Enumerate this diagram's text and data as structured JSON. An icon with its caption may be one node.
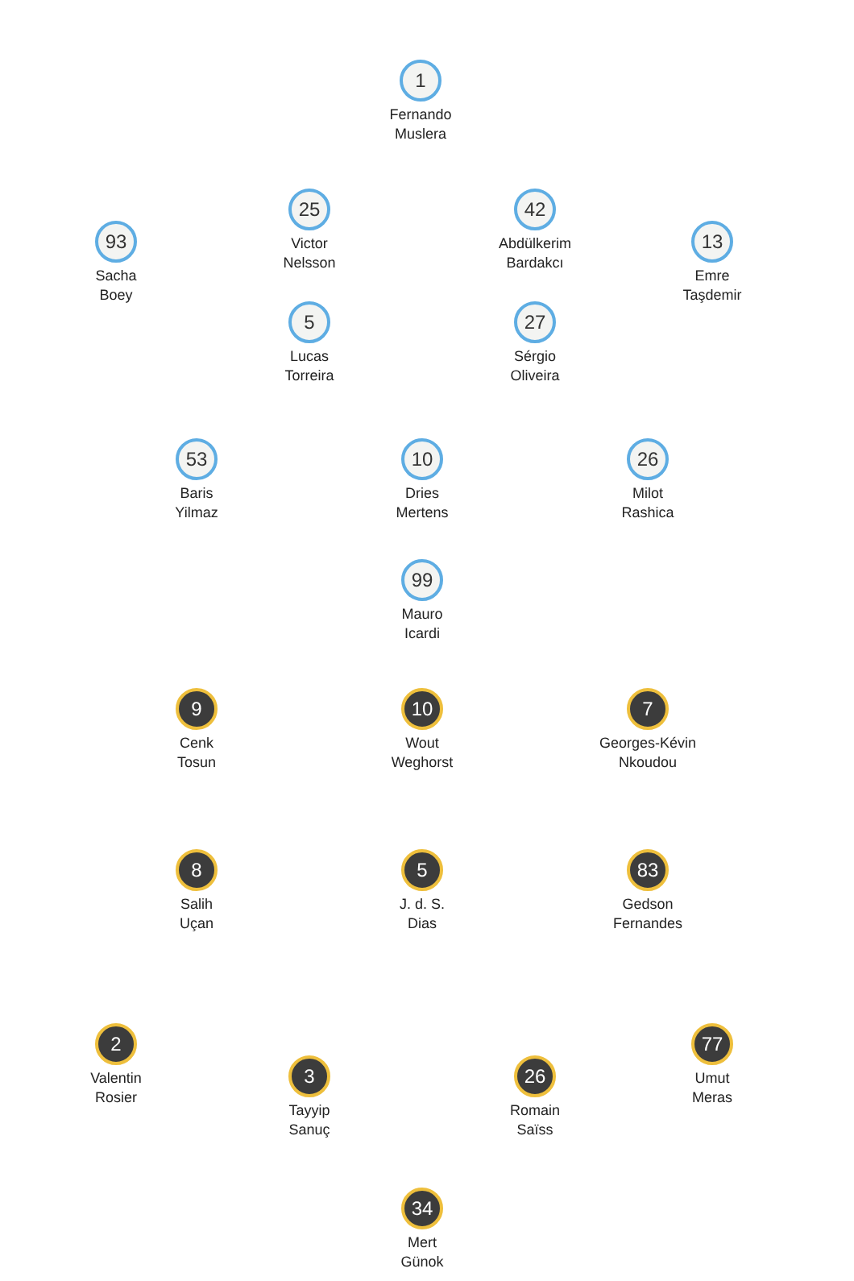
{
  "diagram": {
    "nodes": [
      {
        "text": [
          "1"
        ],
        "beside": [
          "Fernando Muslera"
        ]
      },
      {
        "text": [
          "25"
        ],
        "beside": [
          "Victor Nelsson"
        ]
      },
      {
        "text": [
          "42"
        ],
        "beside": [
          "Abdülkerim Bardakcı"
        ]
      },
      {
        "text": [
          "93"
        ],
        "beside": [
          "Sacha Boey"
        ]
      },
      {
        "text": [
          "13"
        ],
        "beside": [
          "Emre Taşdemir"
        ]
      },
      {
        "text": [
          "5"
        ],
        "beside": [
          "Lucas Torreira"
        ]
      },
      {
        "text": [
          "27"
        ],
        "beside": [
          "Sérgio Oliveira"
        ]
      },
      {
        "text": [
          "53"
        ],
        "beside": [
          "Baris Yilmaz"
        ]
      },
      {
        "text": [
          "10"
        ],
        "beside": [
          "Dries Mertens"
        ]
      },
      {
        "text": [
          "26"
        ],
        "beside": [
          "Milot Rashica"
        ]
      },
      {
        "text": [
          "99"
        ],
        "beside": [
          "Mauro Icardi"
        ]
      },
      {
        "text": [
          "9"
        ],
        "beside": [
          "Cenk Tosun"
        ]
      },
      {
        "text": [
          "10"
        ],
        "beside": [
          "Wout Weghorst"
        ]
      },
      {
        "text": [
          "7"
        ],
        "beside": [
          "Georges-Kévin Nkoudou"
        ]
      },
      {
        "text": [
          "8"
        ],
        "beside": [
          "Salih Uçan"
        ]
      },
      {
        "text": [
          "5"
        ],
        "beside": [
          "J. d. S. Dias"
        ]
      },
      {
        "text": [
          "83"
        ],
        "beside": [
          "Gedson Fernandes"
        ]
      },
      {
        "text": [
          "2"
        ],
        "beside": [
          "Valentin Rosier"
        ]
      },
      {
        "text": [
          "77"
        ],
        "beside": [
          "Umut Meras"
        ]
      },
      {
        "text": [
          "3"
        ],
        "beside": [
          "Tayyip Sanuç"
        ]
      },
      {
        "text": [
          "26"
        ],
        "beside": [
          "Romain Saïss"
        ]
      },
      {
        "text": [
          "34"
        ],
        "beside": [
          "Mert Günok"
        ]
      }
    ]
  }
}
